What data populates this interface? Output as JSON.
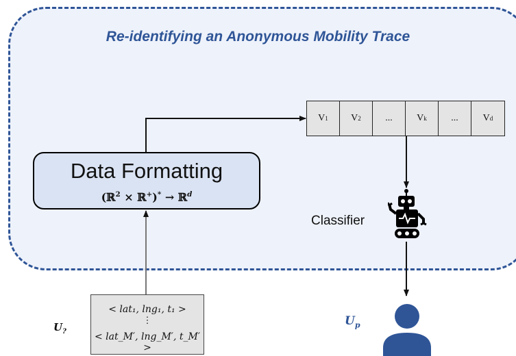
{
  "region": {
    "title": "Re-identifying an Anonymous Mobility Trace"
  },
  "formatting": {
    "title": "Data Formatting",
    "formula_base": "(ℝ",
    "formula_exp1": "2",
    "formula_mid": " × ℝ",
    "formula_exp2": "+",
    "formula_close": ")",
    "formula_exp3": "*",
    "formula_arrow": " → ℝ",
    "formula_exp4": "d"
  },
  "vector": {
    "cells": [
      {
        "main": "V",
        "sub": "1"
      },
      {
        "main": "V",
        "sub": "2"
      },
      {
        "main": "...",
        "sub": ""
      },
      {
        "main": "V",
        "sub": "k"
      },
      {
        "main": "...",
        "sub": ""
      },
      {
        "main": "V",
        "sub": "d"
      }
    ]
  },
  "classifier": {
    "label": "Classifier",
    "icon": "robot-icon"
  },
  "trace": {
    "line1": "< lat₁, lng₁, t₁ >",
    "dots": "⋮",
    "line3": "< lat_M′, lng_M′, t_M′ >"
  },
  "user_unknown": {
    "main": "U",
    "sub": "?"
  },
  "user_predicted": {
    "main": "U",
    "sub": "p",
    "icon": "user-icon"
  },
  "colors": {
    "accent": "#2F5597",
    "region_fill": "#EEF2FA",
    "box_fill": "#DAE3F3",
    "cell_fill": "#E4E4E4"
  }
}
